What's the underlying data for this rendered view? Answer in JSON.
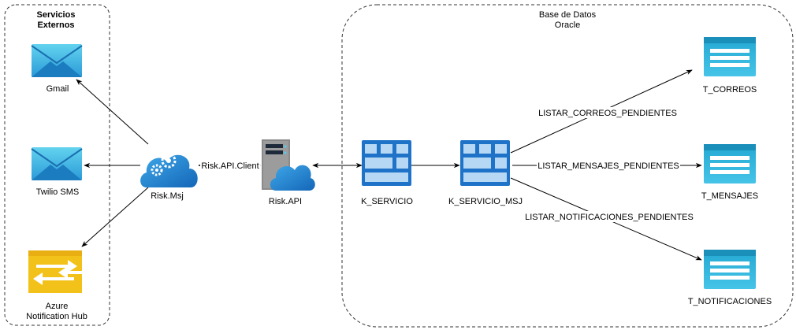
{
  "groups": {
    "external": {
      "title_line1": "Servicios",
      "title_line2": "Externos"
    },
    "database": {
      "title_line1": "Base de Datos",
      "title_line2": "Oracle"
    }
  },
  "nodes": {
    "gmail": {
      "label": "Gmail",
      "icon": "email-icon"
    },
    "twilio": {
      "label": "Twilio SMS",
      "icon": "email-icon"
    },
    "azure": {
      "label_line1": "Azure",
      "label_line2": "Notification Hub",
      "icon": "notification-hub-icon"
    },
    "risk_msj": {
      "label": "Risk.Msj",
      "icon": "cloud-gears-icon"
    },
    "risk_api": {
      "label": "Risk.API",
      "icon": "server-cloud-icon"
    },
    "k_servicio": {
      "label": "K_SERVICIO",
      "icon": "package-grid-icon"
    },
    "k_servicio_msj": {
      "label": "K_SERVICIO_MSJ",
      "icon": "package-grid-icon"
    },
    "t_correos": {
      "label": "T_CORREOS",
      "icon": "table-icon"
    },
    "t_mensajes": {
      "label": "T_MENSAJES",
      "icon": "table-icon"
    },
    "t_notificaciones": {
      "label": "T_NOTIFICACIONES",
      "icon": "table-icon"
    }
  },
  "edges": {
    "msj_api": {
      "label": "Risk.API.Client"
    },
    "to_correos": {
      "label": "LISTAR_CORREOS_PENDIENTES"
    },
    "to_mensajes": {
      "label": "LISTAR_MENSAJES_PENDIENTES"
    },
    "to_notificaciones": {
      "label": "LISTAR_NOTIFICACIONES_PENDIENTES"
    }
  },
  "colors": {
    "azure_blue": "#1F8FD6",
    "azure_light": "#5FC8EC",
    "email_top": "#60D2EE",
    "email_bottom": "#1A84C8",
    "grid_dark": "#1E72C8",
    "grid_light": "#B7D8F4",
    "table_dark": "#1DA0C8",
    "table_light": "#5FD4F0",
    "hub_yellow": "#F2C21B",
    "hub_orange": "#E49A10",
    "server_gray": "#8A8A8A"
  }
}
